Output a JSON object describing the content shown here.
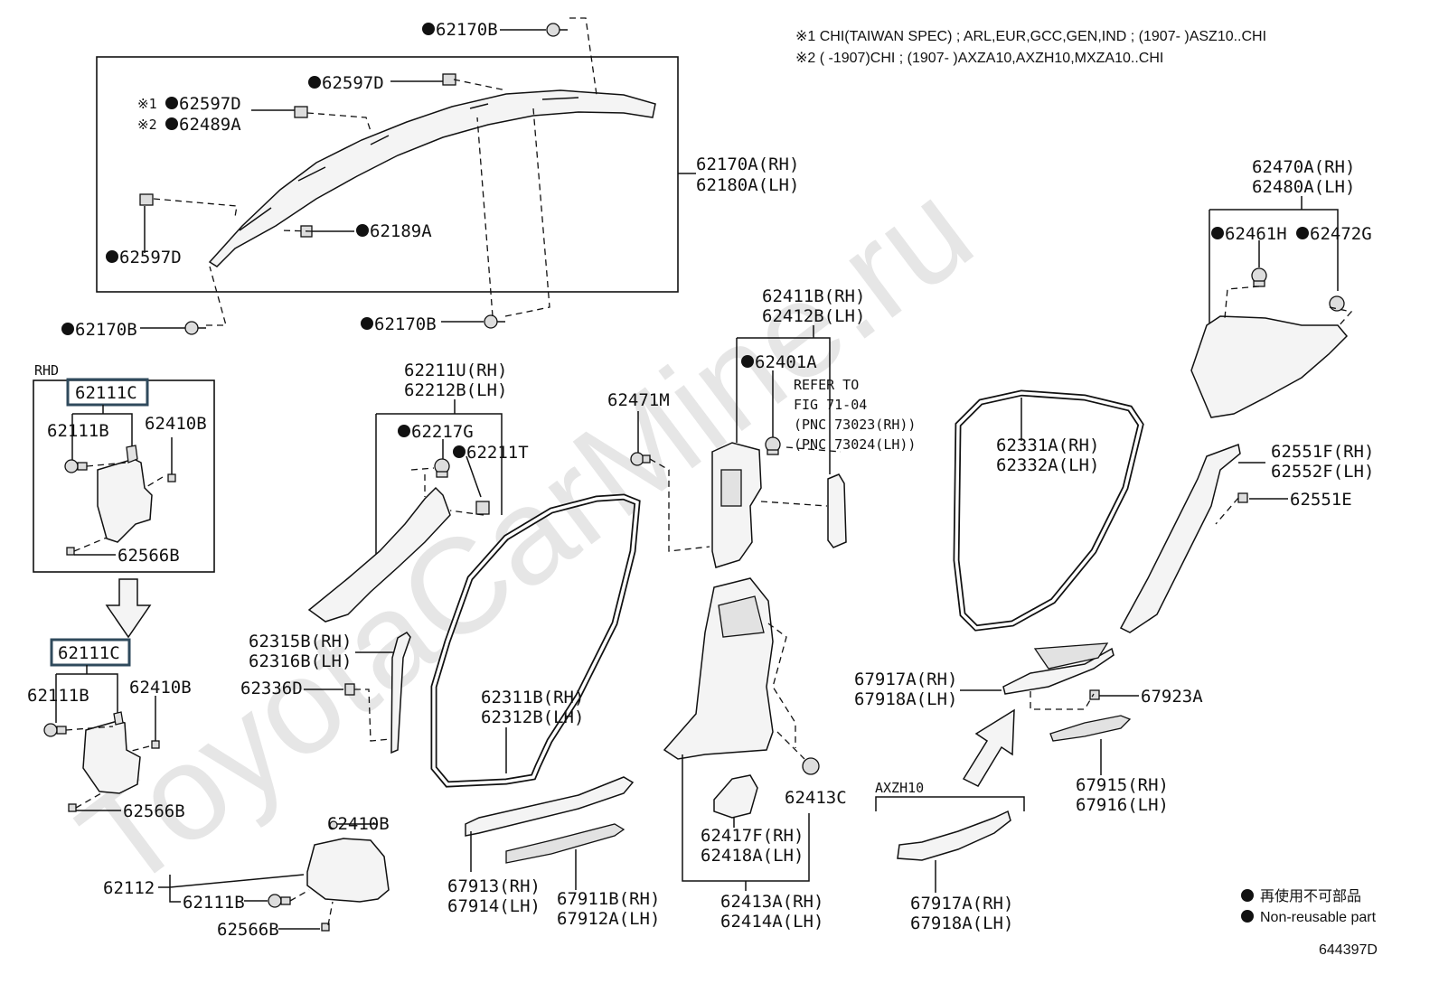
{
  "diagram_id": "644397D",
  "watermark": "ToyotaCarMine.ru",
  "notes": [
    "※1 CHI(TAIWAN SPEC) ; ARL,EUR,GCC,GEN,IND ; (1907-        )ASZ10..CHI",
    "※2 (        -1907)CHI ; (1907-        )AXZA10,AXZH10,MXZA10..CHI"
  ],
  "legend": {
    "jp": "再使用不可部品",
    "en": "Non-reusable part"
  },
  "section_labels": {
    "rhd": "RHD",
    "axzh10": "AXZH10"
  },
  "refer": [
    "REFER TO",
    "FIG 71-04",
    "(PNC 73023(RH))",
    "(PNC 73024(LH))"
  ],
  "marks": {
    "m1": "※1",
    "m2": "※2"
  },
  "labels": {
    "l62170B_top": "62170B",
    "l62597D_a": "62597D",
    "l62597D_b": "62597D",
    "l62489A": "62489A",
    "l62597D_c": "62597D",
    "l62189A": "62189A",
    "l62170A": "62170A(RH)",
    "l62180A": "62180A(LH)",
    "l62170B_left": "62170B",
    "l62170B_mid": "62170B",
    "l62111C_a": "62111C",
    "l62111B_a": "62111B",
    "l62410B_a": "62410B",
    "l62566B_a": "62566B",
    "l62111C_b": "62111C",
    "l62111B_b": "62111B",
    "l62410B_b": "62410B",
    "l62566B_b": "62566B",
    "l62211U": "62211U(RH)",
    "l62212B": "62212B(LH)",
    "l62217G": "62217G",
    "l62211T": "62211T",
    "l62315B": "62315B(RH)",
    "l62316B": "62316B(LH)",
    "l62336D": "62336D",
    "l62410B_c": "62410B",
    "l62112": "62112",
    "l62111B_c": "62111B",
    "l62566B_c": "62566B",
    "l62311B": "62311B(RH)",
    "l62312B": "62312B(LH)",
    "l67913": "67913(RH)",
    "l67914": "67914(LH)",
    "l67911B": "67911B(RH)",
    "l67912A": "67912A(LH)",
    "l62471M": "62471M",
    "l62411B": "62411B(RH)",
    "l62412B": "62412B(LH)",
    "l62401A": "62401A",
    "l62413C": "62413C",
    "l62417F": "62417F(RH)",
    "l62418A": "62418A(LH)",
    "l62413A": "62413A(RH)",
    "l62414A": "62414A(LH)",
    "l62331A": "62331A(RH)",
    "l62332A": "62332A(LH)",
    "l62470A": "62470A(RH)",
    "l62480A": "62480A(LH)",
    "l62461H": "62461H",
    "l62472G": "62472G",
    "l62551F": "62551F(RH)",
    "l62552F": "62552F(LH)",
    "l62551E": "62551E",
    "l67917A_a": "67917A(RH)",
    "l67918A_a": "67918A(LH)",
    "l67923A": "67923A",
    "l67915": "67915(RH)",
    "l67916": "67916(LH)",
    "l67917A_b": "67917A(RH)",
    "l67918A_b": "67918A(LH)"
  }
}
